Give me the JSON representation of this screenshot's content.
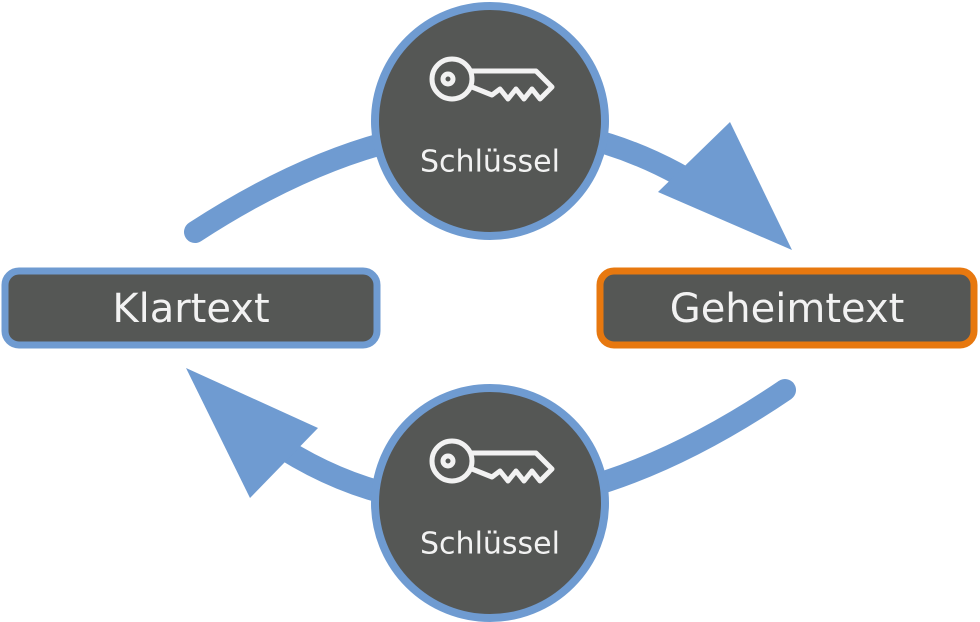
{
  "nodes": {
    "plaintext": {
      "label": "Klartext"
    },
    "ciphertext": {
      "label": "Geheimtext"
    },
    "encrypt_key": {
      "label": "Schlüssel",
      "icon": "key-icon"
    },
    "decrypt_key": {
      "label": "Schlüssel",
      "icon": "key-icon"
    }
  },
  "colors": {
    "node_fill": "#555755",
    "node_border": "#6f9bd1",
    "highlight_border": "#e7780f",
    "arrow": "#6f9bd1",
    "text": "#f2f2f2"
  }
}
